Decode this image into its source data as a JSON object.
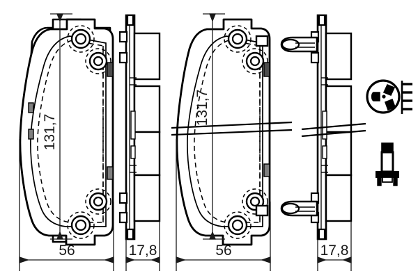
{
  "drawing": {
    "type": "technical-drawing",
    "subject": "brake-pad-set",
    "background_color": "#ffffff",
    "line_color": "#000000",
    "dim_line_color": "#1a1a1a",
    "shade_color": "#808080"
  },
  "dimensions": {
    "pad1_height": "131,7",
    "pad1_width": "56",
    "pad1_thickness": "17,8",
    "pad2_height": "131,7",
    "pad2_width": "56",
    "pad2_thickness": "17,8"
  },
  "views": {
    "pad1_front": {
      "name": "brake-pad-1-front-view"
    },
    "pad1_side": {
      "name": "brake-pad-1-side-view"
    },
    "pad2_front": {
      "name": "brake-pad-2-front-view"
    },
    "pad2_side": {
      "name": "brake-pad-2-side-view"
    }
  },
  "accessories": {
    "clip_top": {
      "name": "retaining-clip-top"
    },
    "clip_bottom": {
      "name": "retaining-clip-bottom"
    },
    "connector": {
      "name": "wear-sensor-connector",
      "slots": 3,
      "terminals": 4
    },
    "bolt": {
      "name": "guide-bolt"
    }
  }
}
